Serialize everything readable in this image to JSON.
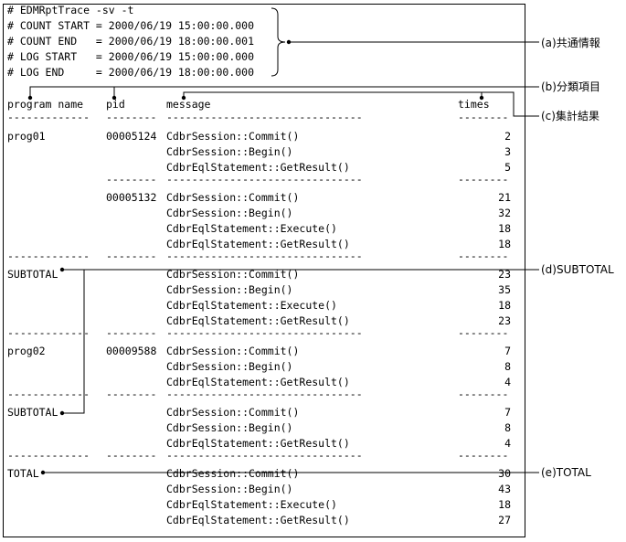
{
  "header_lines": [
    "# EDMRptTrace -sv -t",
    "# COUNT START = 2000/06/19 15:00:00.000",
    "# COUNT END   = 2000/06/19 18:00:00.001",
    "# LOG START   = 2000/06/19 15:00:00.000",
    "# LOG END     = 2000/06/19 18:00:00.000"
  ],
  "columns": {
    "program": "program name",
    "pid": "pid",
    "message": "message",
    "times": "times"
  },
  "dash": {
    "program": "-------------",
    "pid": "--------",
    "message": "-------------------------------",
    "times": "--------"
  },
  "blocks": [
    {
      "program": "prog01",
      "pid": "00005124",
      "rows": [
        {
          "message": "CdbrSession::Commit()",
          "times": "2"
        },
        {
          "message": "CdbrSession::Begin()",
          "times": "3"
        },
        {
          "message": "CdbrEqlStatement::GetResult()",
          "times": "5"
        }
      ]
    },
    {
      "program": "",
      "pid": "00005132",
      "rows": [
        {
          "message": "CdbrSession::Commit()",
          "times": "21"
        },
        {
          "message": "CdbrSession::Begin()",
          "times": "32"
        },
        {
          "message": "CdbrEqlStatement::Execute()",
          "times": "18"
        },
        {
          "message": "CdbrEqlStatement::GetResult()",
          "times": "18"
        }
      ]
    },
    {
      "program": "SUBTOTAL",
      "pid": "",
      "rows": [
        {
          "message": "CdbrSession::Commit()",
          "times": "23"
        },
        {
          "message": "CdbrSession::Begin()",
          "times": "35"
        },
        {
          "message": "CdbrEqlStatement::Execute()",
          "times": "18"
        },
        {
          "message": "CdbrEqlStatement::GetResult()",
          "times": "23"
        }
      ]
    },
    {
      "program": "prog02",
      "pid": "00009588",
      "rows": [
        {
          "message": "CdbrSession::Commit()",
          "times": "7"
        },
        {
          "message": "CdbrSession::Begin()",
          "times": "8"
        },
        {
          "message": "CdbrEqlStatement::GetResult()",
          "times": "4"
        }
      ]
    },
    {
      "program": "SUBTOTAL",
      "pid": "",
      "rows": [
        {
          "message": "CdbrSession::Commit()",
          "times": "7"
        },
        {
          "message": "CdbrSession::Begin()",
          "times": "8"
        },
        {
          "message": "CdbrEqlStatement::GetResult()",
          "times": "4"
        }
      ]
    },
    {
      "program": "TOTAL",
      "pid": "",
      "rows": [
        {
          "message": "CdbrSession::Commit()",
          "times": "30"
        },
        {
          "message": "CdbrSession::Begin()",
          "times": "43"
        },
        {
          "message": "CdbrEqlStatement::Execute()",
          "times": "18"
        },
        {
          "message": "CdbrEqlStatement::GetResult()",
          "times": "27"
        }
      ]
    }
  ],
  "annotations": {
    "a": "(a)共通情報",
    "b": "(b)分類項目",
    "c": "(c)集計結果",
    "d": "(d)SUBTOTAL",
    "e": "(e)TOTAL"
  }
}
